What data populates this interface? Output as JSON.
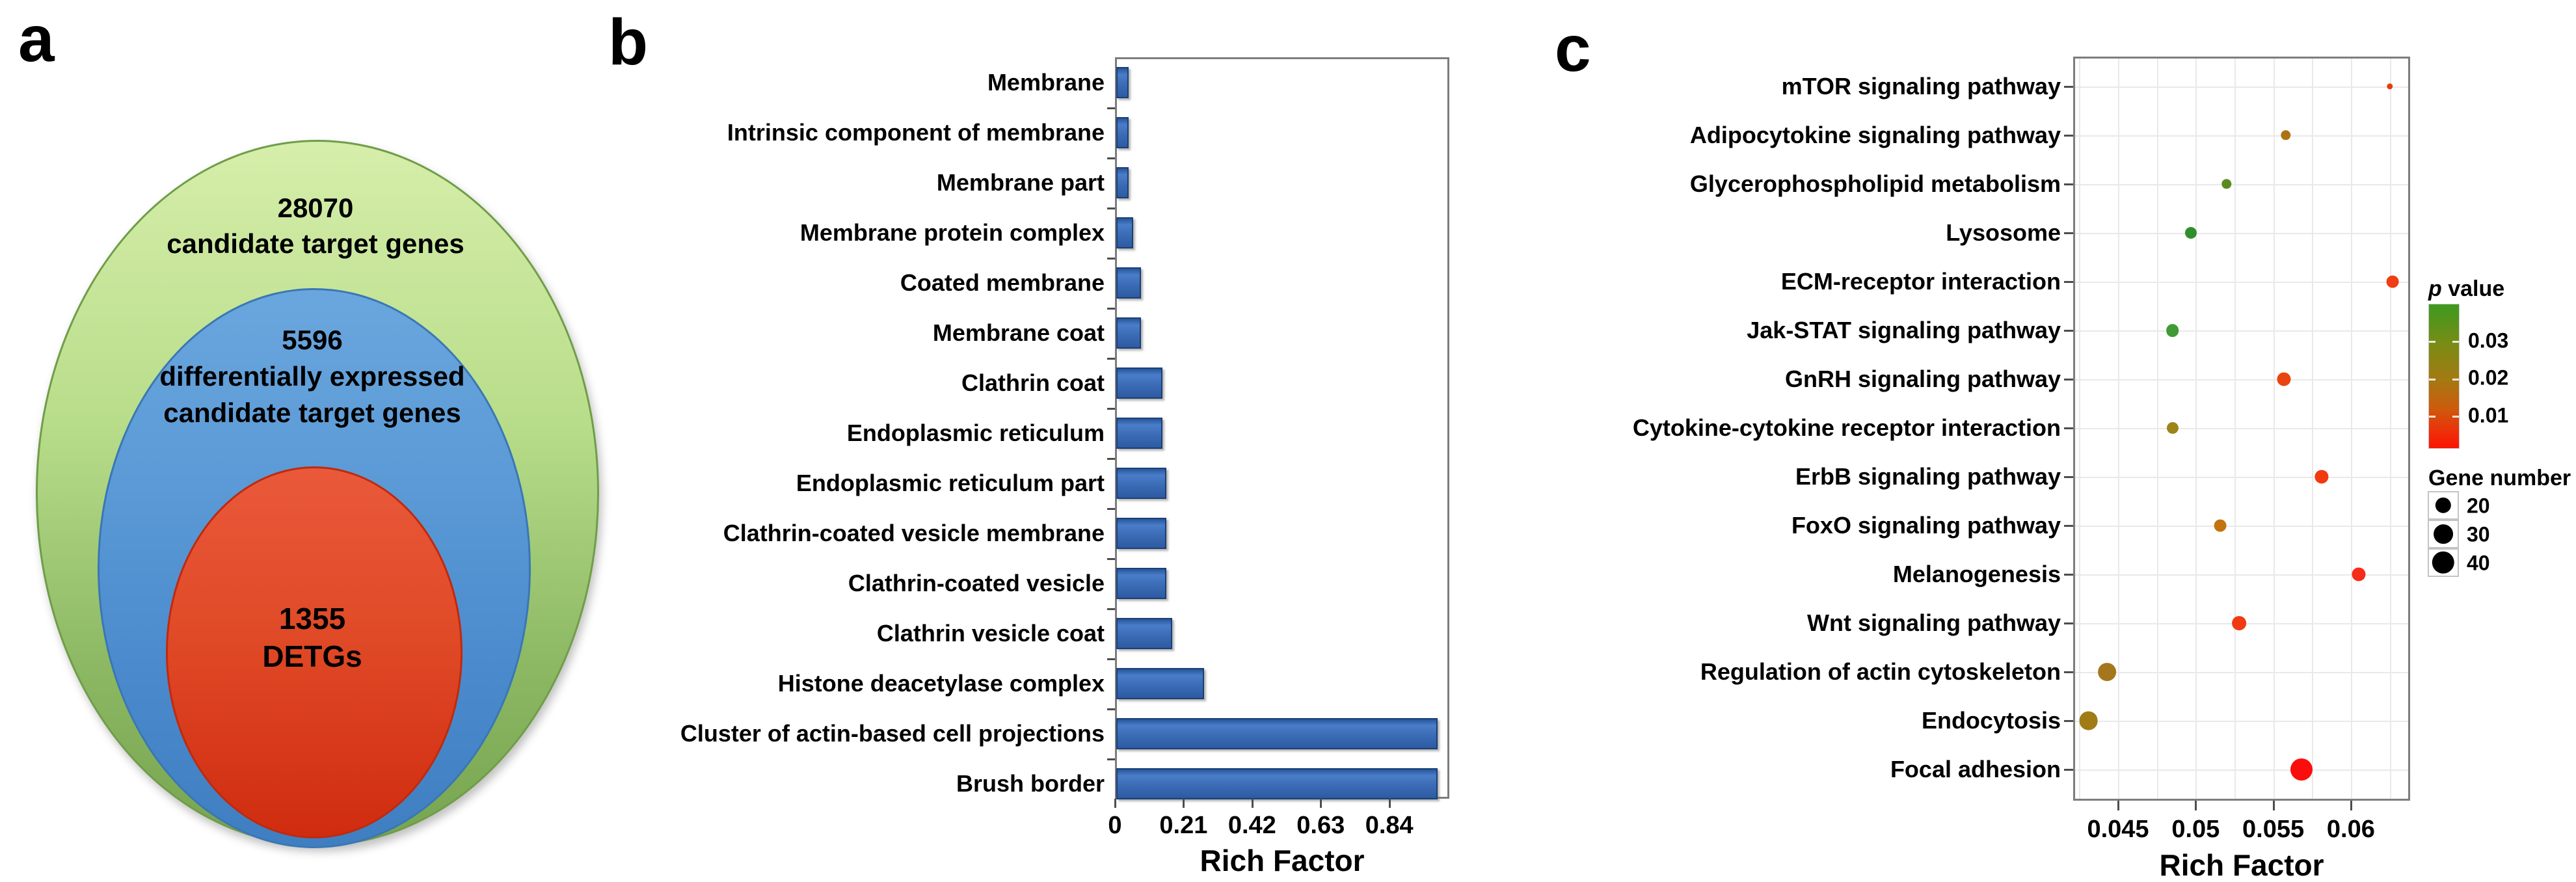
{
  "panels": {
    "a": {
      "letter": "a",
      "venn": [
        {
          "name": "candidate-target-genes",
          "count": "28070",
          "lines": [
            "28070",
            "candidate target genes"
          ],
          "fill_top": "#d6eeaa",
          "fill_bottom": "#77a450",
          "border": "#6f9d48"
        },
        {
          "name": "differentially-expressed-candidate-target-genes",
          "count": "5596",
          "lines": [
            "5596",
            "differentially expressed",
            "candidate target genes"
          ],
          "fill_top": "#6aa6de",
          "fill_bottom": "#3f7fc1",
          "border": "#3a77b5"
        },
        {
          "name": "detgs",
          "count": "1355",
          "lines": [
            "1355",
            "DETGs"
          ],
          "fill_top": "#e9593a",
          "fill_bottom": "#d02c10",
          "border": "#bf2a0e"
        }
      ]
    },
    "b": {
      "letter": "b"
    },
    "c": {
      "letter": "c",
      "legend": {
        "p_italic": "p",
        "p_title_rest": "value",
        "color_ticks": [
          "0.03",
          "0.02",
          "0.01"
        ],
        "color_scale_top": "#3d9a1f",
        "color_scale_mid": "#a37a12",
        "color_scale_bottom": "#fb1404",
        "size_title": "Gene number",
        "size_entries": [
          {
            "label": "20",
            "gene_number": 20
          },
          {
            "label": "30",
            "gene_number": 30
          },
          {
            "label": "40",
            "gene_number": 40
          }
        ]
      }
    }
  },
  "chart_data": [
    {
      "type": "bar",
      "panel": "b",
      "orientation": "horizontal",
      "title": "",
      "xlabel": "Rich Factor",
      "ylabel": "",
      "xlim": [
        0,
        1.03
      ],
      "xticks": [
        "0",
        "0.21",
        "0.42",
        "0.63",
        "0.84"
      ],
      "xtick_values": [
        0,
        0.21,
        0.42,
        0.63,
        0.84
      ],
      "grid": false,
      "bar_color": "#3a6cb4",
      "bar_border": "#1b3f73",
      "categories": [
        "Membrane",
        "Intrinsic component of membrane",
        "Membrane part",
        "Membrane protein complex",
        "Coated membrane",
        "Membrane coat",
        "Clathrin coat",
        "Endoplasmic reticulum",
        "Endoplasmic reticulum part",
        "Clathrin-coated vesicle membrane",
        "Clathrin-coated vesicle",
        "Clathrin vesicle coat",
        "Histone deacetylase complex",
        "Cluster of actin-based cell projections",
        "Brush border"
      ],
      "values": [
        0.038,
        0.038,
        0.038,
        0.052,
        0.076,
        0.076,
        0.141,
        0.141,
        0.153,
        0.153,
        0.153,
        0.171,
        0.269,
        0.984,
        0.984
      ]
    },
    {
      "type": "scatter",
      "panel": "c",
      "title": "",
      "xlabel": "Rich Factor",
      "ylabel": "",
      "xlim": [
        0.0421,
        0.0638
      ],
      "xticks": [
        "0.045",
        "0.05",
        "0.055",
        "0.06"
      ],
      "xtick_values": [
        0.045,
        0.05,
        0.055,
        0.06
      ],
      "grid": true,
      "gridline_step": 0.0025,
      "legend_position": "right",
      "color_encoding": "p value",
      "size_encoding": "Gene number",
      "categories": [
        "mTOR signaling pathway",
        "Adipocytokine signaling pathway",
        "Glycerophospholipid metabolism",
        "Lysosome",
        "ECM-receptor interaction",
        "Jak-STAT signaling pathway",
        "GnRH signaling pathway",
        "Cytokine-cytokine receptor interaction",
        "ErbB signaling pathway",
        "FoxO signaling pathway",
        "Melanogenesis",
        "Wnt signaling pathway",
        "Regulation of actin cytoskeleton",
        "Endocytosis",
        "Focal adhesion"
      ],
      "points": [
        {
          "category": "mTOR signaling pathway",
          "rich_factor": 0.0625,
          "gene_number": 3,
          "p_value": 0.006,
          "color": "#e63c0c"
        },
        {
          "category": "Adipocytokine signaling pathway",
          "rich_factor": 0.0558,
          "gene_number": 8,
          "p_value": 0.02,
          "color": "#ad7214"
        },
        {
          "category": "Glycerophospholipid metabolism",
          "rich_factor": 0.052,
          "gene_number": 8,
          "p_value": 0.03,
          "color": "#5a8a1f"
        },
        {
          "category": "Lysosome",
          "rich_factor": 0.0497,
          "gene_number": 11,
          "p_value": 0.033,
          "color": "#2f8f2c"
        },
        {
          "category": "ECM-receptor interaction",
          "rich_factor": 0.0627,
          "gene_number": 12,
          "p_value": 0.007,
          "color": "#ef3d14"
        },
        {
          "category": "Jak-STAT signaling pathway",
          "rich_factor": 0.0485,
          "gene_number": 13,
          "p_value": 0.034,
          "color": "#3f9b33"
        },
        {
          "category": "GnRH signaling pathway",
          "rich_factor": 0.0557,
          "gene_number": 15,
          "p_value": 0.01,
          "color": "#ea4410"
        },
        {
          "category": "Cytokine-cytokine receptor interaction",
          "rich_factor": 0.0485,
          "gene_number": 11,
          "p_value": 0.024,
          "color": "#9c8418"
        },
        {
          "category": "ErbB signaling pathway",
          "rich_factor": 0.0581,
          "gene_number": 15,
          "p_value": 0.008,
          "color": "#f13a12"
        },
        {
          "category": "FoxO signaling pathway",
          "rich_factor": 0.0516,
          "gene_number": 12,
          "p_value": 0.016,
          "color": "#c4720e"
        },
        {
          "category": "Melanogenesis",
          "rich_factor": 0.0605,
          "gene_number": 15,
          "p_value": 0.006,
          "color": "#f52c19"
        },
        {
          "category": "Wnt signaling pathway",
          "rich_factor": 0.0528,
          "gene_number": 16,
          "p_value": 0.008,
          "color": "#ef3a14"
        },
        {
          "category": "Regulation of actin cytoskeleton",
          "rich_factor": 0.0443,
          "gene_number": 26,
          "p_value": 0.021,
          "color": "#a5771c"
        },
        {
          "category": "Endocytosis",
          "rich_factor": 0.0431,
          "gene_number": 28,
          "p_value": 0.022,
          "color": "#a17b16"
        },
        {
          "category": "Focal adhesion",
          "rich_factor": 0.0568,
          "gene_number": 39,
          "p_value": 0.002,
          "color": "#fb0d0d"
        }
      ]
    }
  ]
}
